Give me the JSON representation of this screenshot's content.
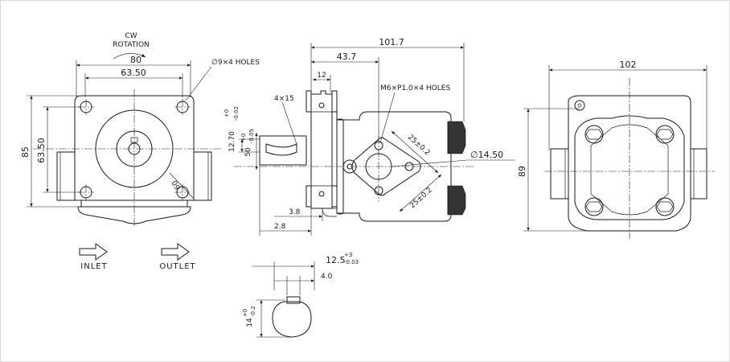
{
  "rotation": {
    "line1": "CW",
    "line2": "ROTATION"
  },
  "front_view": {
    "dim_80": "80",
    "dim_63_50_top": "63.50",
    "dim_85": "85",
    "dim_63_50_side": "63.50",
    "holes_note": "∅9×4 HOLES",
    "dim_09": "09"
  },
  "flow": {
    "inlet": "INLET",
    "outlet": "OUTLET"
  },
  "side_view": {
    "dim_101_7": "101.7",
    "dim_43_7": "43.7",
    "dim_12": "12",
    "dim_4x15": "4×15",
    "thread_note": "M6×P1.0×4 HOLES",
    "dim_12_70": "12.70",
    "tol_12_70_upper": "+0",
    "tol_12_70_lower": "-0.02",
    "dim_50": "50",
    "tol_50_upper": "+0",
    "tol_50_lower": "-0.05",
    "dim_25_top": "25±0.2",
    "dim_25_bottom": "25±0.2",
    "dim_14_50": "∅14.50",
    "dim_3_8": "3.8",
    "dim_2_8": "2.8"
  },
  "shaft_detail": {
    "dim_12_5": "12.5",
    "tol_12_5_upper": "+3",
    "tol_12_5_lower": "-0.03",
    "dim_4_0": "4.0",
    "dim_14": "14",
    "tol_14_upper": "+0",
    "tol_14_lower": "-0.2"
  },
  "rear_view": {
    "dim_102": "102",
    "dim_89": "89"
  }
}
